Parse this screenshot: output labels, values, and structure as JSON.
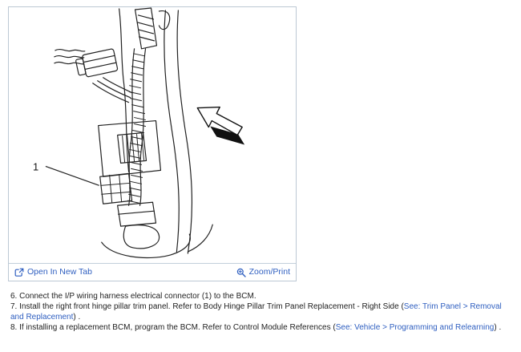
{
  "figure": {
    "callout_label": "1",
    "toolbar": {
      "open_in_new_tab": "Open In New Tab",
      "zoom_print": "Zoom/Print"
    }
  },
  "instructions": {
    "item6": {
      "text": "6. Connect the I/P wiring harness electrical connector (1) to the BCM."
    },
    "item7": {
      "text_before_link": "7. Install the right front hinge pillar trim panel. Refer to Body Hinge Pillar Trim Panel Replacement - Right Side (",
      "link": "See: Trim Panel > Removal and Replacement",
      "text_after_link": ") ."
    },
    "item8": {
      "text_before_link": "8. If installing a replacement BCM, program the BCM. Refer to Control Module References (",
      "link": "See: Vehicle > Programming and Relearning",
      "text_after_link": ") ."
    }
  },
  "colors": {
    "link": "#2f5fc0",
    "text": "#222222",
    "figure_border": "#bcc8d4",
    "line_art": "#222222"
  }
}
